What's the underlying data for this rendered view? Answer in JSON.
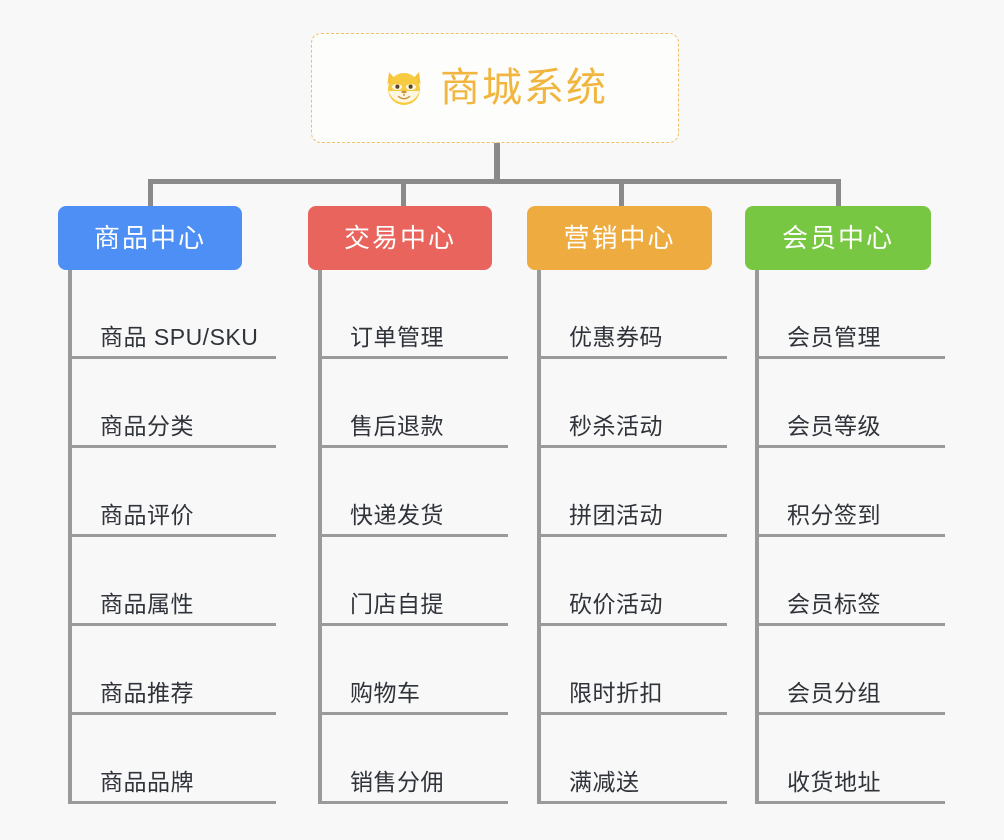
{
  "page": {
    "background_color": "#f8f8f8",
    "title": "商城系统"
  },
  "root": {
    "icon": "shiba-dog-face-icon",
    "title": "商城系统",
    "text_color": "#f0b63f",
    "border_color": "#f0c068"
  },
  "connector_color": "#8a8a8a",
  "columns": [
    {
      "id": "product-center",
      "header": "商品中心",
      "color": "#4d8ff5",
      "items": [
        "商品 SPU/SKU",
        "商品分类",
        "商品评价",
        "商品属性",
        "商品推荐",
        "商品品牌"
      ]
    },
    {
      "id": "trade-center",
      "header": "交易中心",
      "color": "#e8645c",
      "items": [
        "订单管理",
        "售后退款",
        "快递发货",
        "门店自提",
        "购物车",
        "销售分佣"
      ]
    },
    {
      "id": "marketing-center",
      "header": "营销中心",
      "color": "#eeac40",
      "items": [
        "优惠券码",
        "秒杀活动",
        "拼团活动",
        "砍价活动",
        "限时折扣",
        "满减送"
      ]
    },
    {
      "id": "member-center",
      "header": "会员中心",
      "color": "#78c742",
      "items": [
        "会员管理",
        "会员等级",
        "积分签到",
        "会员标签",
        "会员分组",
        "收货地址"
      ]
    }
  ]
}
